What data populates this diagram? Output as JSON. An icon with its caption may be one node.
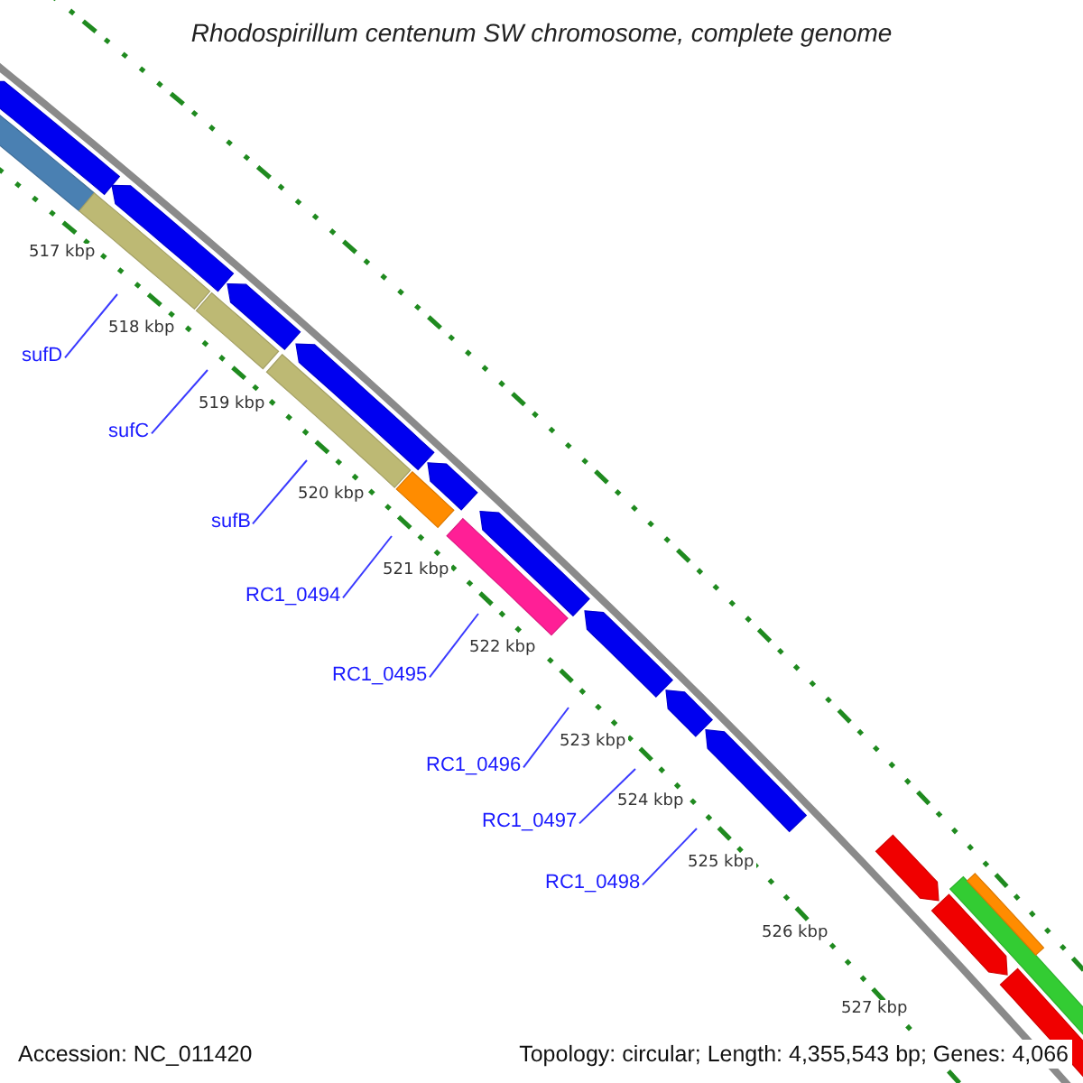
{
  "diagram": {
    "title": "Rhodospirillum centenum SW chromosome, complete genome",
    "nodes": [
      {
        "text": [
          "sufD"
        ]
      },
      {
        "text": [
          "sufC"
        ]
      },
      {
        "text": [
          "sufB"
        ]
      },
      {
        "text": [
          "RC1_0494"
        ]
      },
      {
        "text": [
          "RC1_0495"
        ]
      },
      {
        "text": [
          "RC1_0496"
        ]
      },
      {
        "text": [
          "RC1_0497"
        ]
      },
      {
        "text": [
          "RC1_0498"
        ]
      }
    ],
    "edges": [
      {
        "from": 0,
        "to": null,
        "arrow": "none"
      },
      {
        "from": 1,
        "to": null,
        "arrow": "none"
      },
      {
        "from": 2,
        "to": null,
        "arrow": "none"
      },
      {
        "from": 3,
        "to": null,
        "arrow": "none"
      },
      {
        "from": 4,
        "to": null,
        "arrow": "none"
      },
      {
        "from": 5,
        "to": null,
        "arrow": "none"
      },
      {
        "from": 6,
        "to": null,
        "arrow": "none"
      },
      {
        "from": 7,
        "to": null,
        "arrow": "none"
      }
    ],
    "labels": [
      "517 kbp",
      "518 kbp",
      "519 kbp",
      "520 kbp",
      "521 kbp",
      "522 kbp",
      "523 kbp",
      "524 kbp",
      "525 kbp",
      "526 kbp",
      "527 kbp",
      "Accession: NC_011420",
      "Topology: circular; Length: 4,355,543 bp; Genes: 4,066"
    ]
  }
}
